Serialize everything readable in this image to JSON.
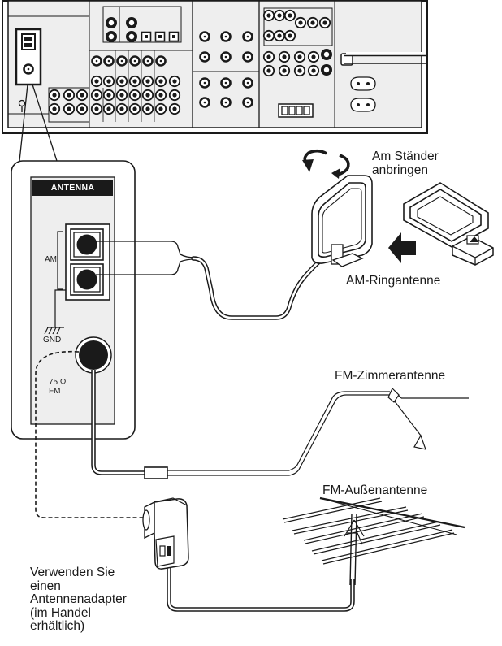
{
  "panel": {
    "header": "ANTENNA",
    "am_terminal": "AM",
    "gnd_terminal": "GND",
    "fm_impedance": "75 Ω",
    "fm_terminal": "FM"
  },
  "callouts": {
    "stand_line1": "Am Ständer",
    "stand_line2": "anbringen",
    "am_loop": "AM-Ringantenne",
    "fm_indoor": "FM-Zimmerantenne",
    "fm_outdoor": "FM-Außenantenne",
    "adapter_line1": "Verwenden Sie",
    "adapter_line2": "einen",
    "adapter_line3": "Antennenadapter",
    "adapter_line4": "(im Handel",
    "adapter_line5": "erhältlich)"
  },
  "colors": {
    "ink": "#1a1a1a",
    "panel_fill": "#eeeeee",
    "paper": "#ffffff"
  },
  "icons": [
    "rotate-arrows-icon",
    "insert-arrow-icon",
    "ground-symbol-icon"
  ]
}
